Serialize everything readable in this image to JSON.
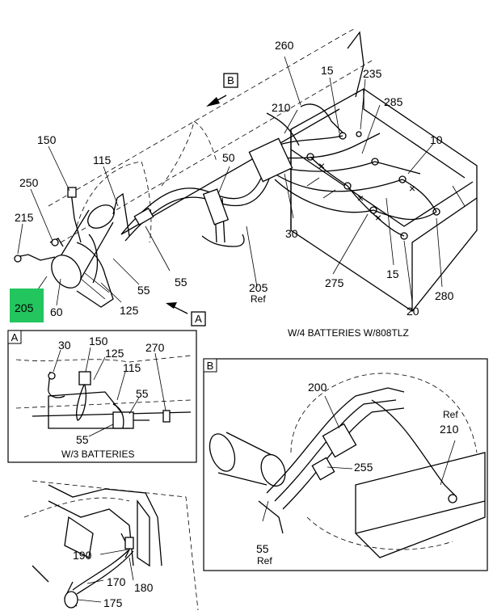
{
  "colors": {
    "highlight": "#22c55e",
    "line": "#000000",
    "background": "#ffffff"
  },
  "main_view": {
    "callouts": {
      "c260": "260",
      "c15a": "15",
      "c235": "235",
      "c285": "285",
      "c210": "210",
      "c10": "10",
      "c50": "50",
      "c115": "115",
      "c150": "150",
      "c250": "250",
      "c215": "215",
      "c30": "30",
      "c55a": "55",
      "c55b": "55",
      "c205": "205",
      "c205_ref": "Ref",
      "c275": "275",
      "c15b": "15",
      "c280": "280",
      "c20": "20",
      "c60": "60",
      "c125": "125"
    },
    "highlighted_callout": "205",
    "view_ref_b": "B",
    "view_ref_a": "A",
    "caption": "W/4 BATTERIES W/808TLZ"
  },
  "detail_a": {
    "letter": "A",
    "callouts": {
      "c30": "30",
      "c150": "150",
      "c125": "125",
      "c115": "115",
      "c270": "270",
      "c55a": "55",
      "c55b": "55"
    },
    "caption": "W/3 BATTERIES"
  },
  "detail_b": {
    "letter": "B",
    "callouts": {
      "c200": "200",
      "c210_ref": "Ref",
      "c210": "210",
      "c255": "255",
      "c55": "55",
      "c55_ref": "Ref"
    }
  },
  "bottom_view": {
    "callouts": {
      "c190": "190",
      "c170": "170",
      "c180": "180",
      "c175": "175"
    }
  }
}
